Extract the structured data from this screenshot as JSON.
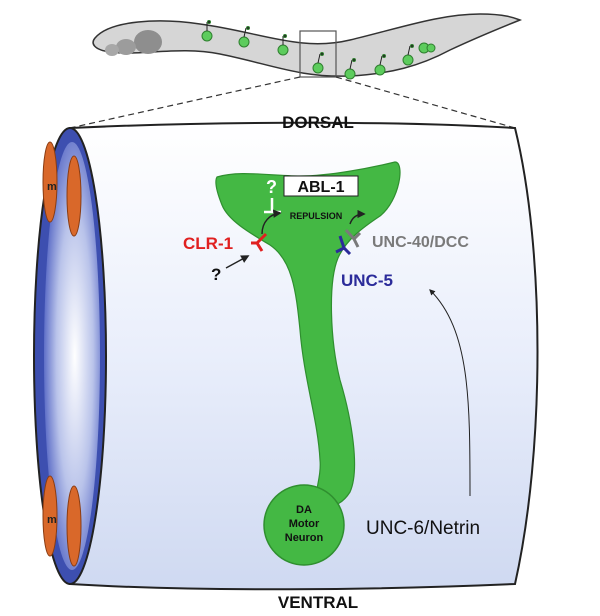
{
  "labels": {
    "dorsal": "DORSAL",
    "ventral": "VENTRAL",
    "abl1": "ABL-1",
    "question_top": "?",
    "repulsion": "REPULSION",
    "clr1": "CLR-1",
    "question_left": "?",
    "unc40": "UNC-40/DCC",
    "unc5": "UNC-5",
    "unc6": "UNC-6/Netrin",
    "neuron_line1": "DA",
    "neuron_line2": "Motor",
    "neuron_line3": "Neuron",
    "muscle_top": "m",
    "muscle_bottom": "m"
  },
  "colors": {
    "neuron_green": "#44b844",
    "neuron_dark": "#2f8f2f",
    "clr1_red": "#e02020",
    "unc5_blue": "#2b2b9a",
    "unc40_gray": "#7a7a7a",
    "tube_blue": "#dfe6f7",
    "muscle_orange": "#d9682a",
    "ring_blue": "#3d4fb0"
  }
}
